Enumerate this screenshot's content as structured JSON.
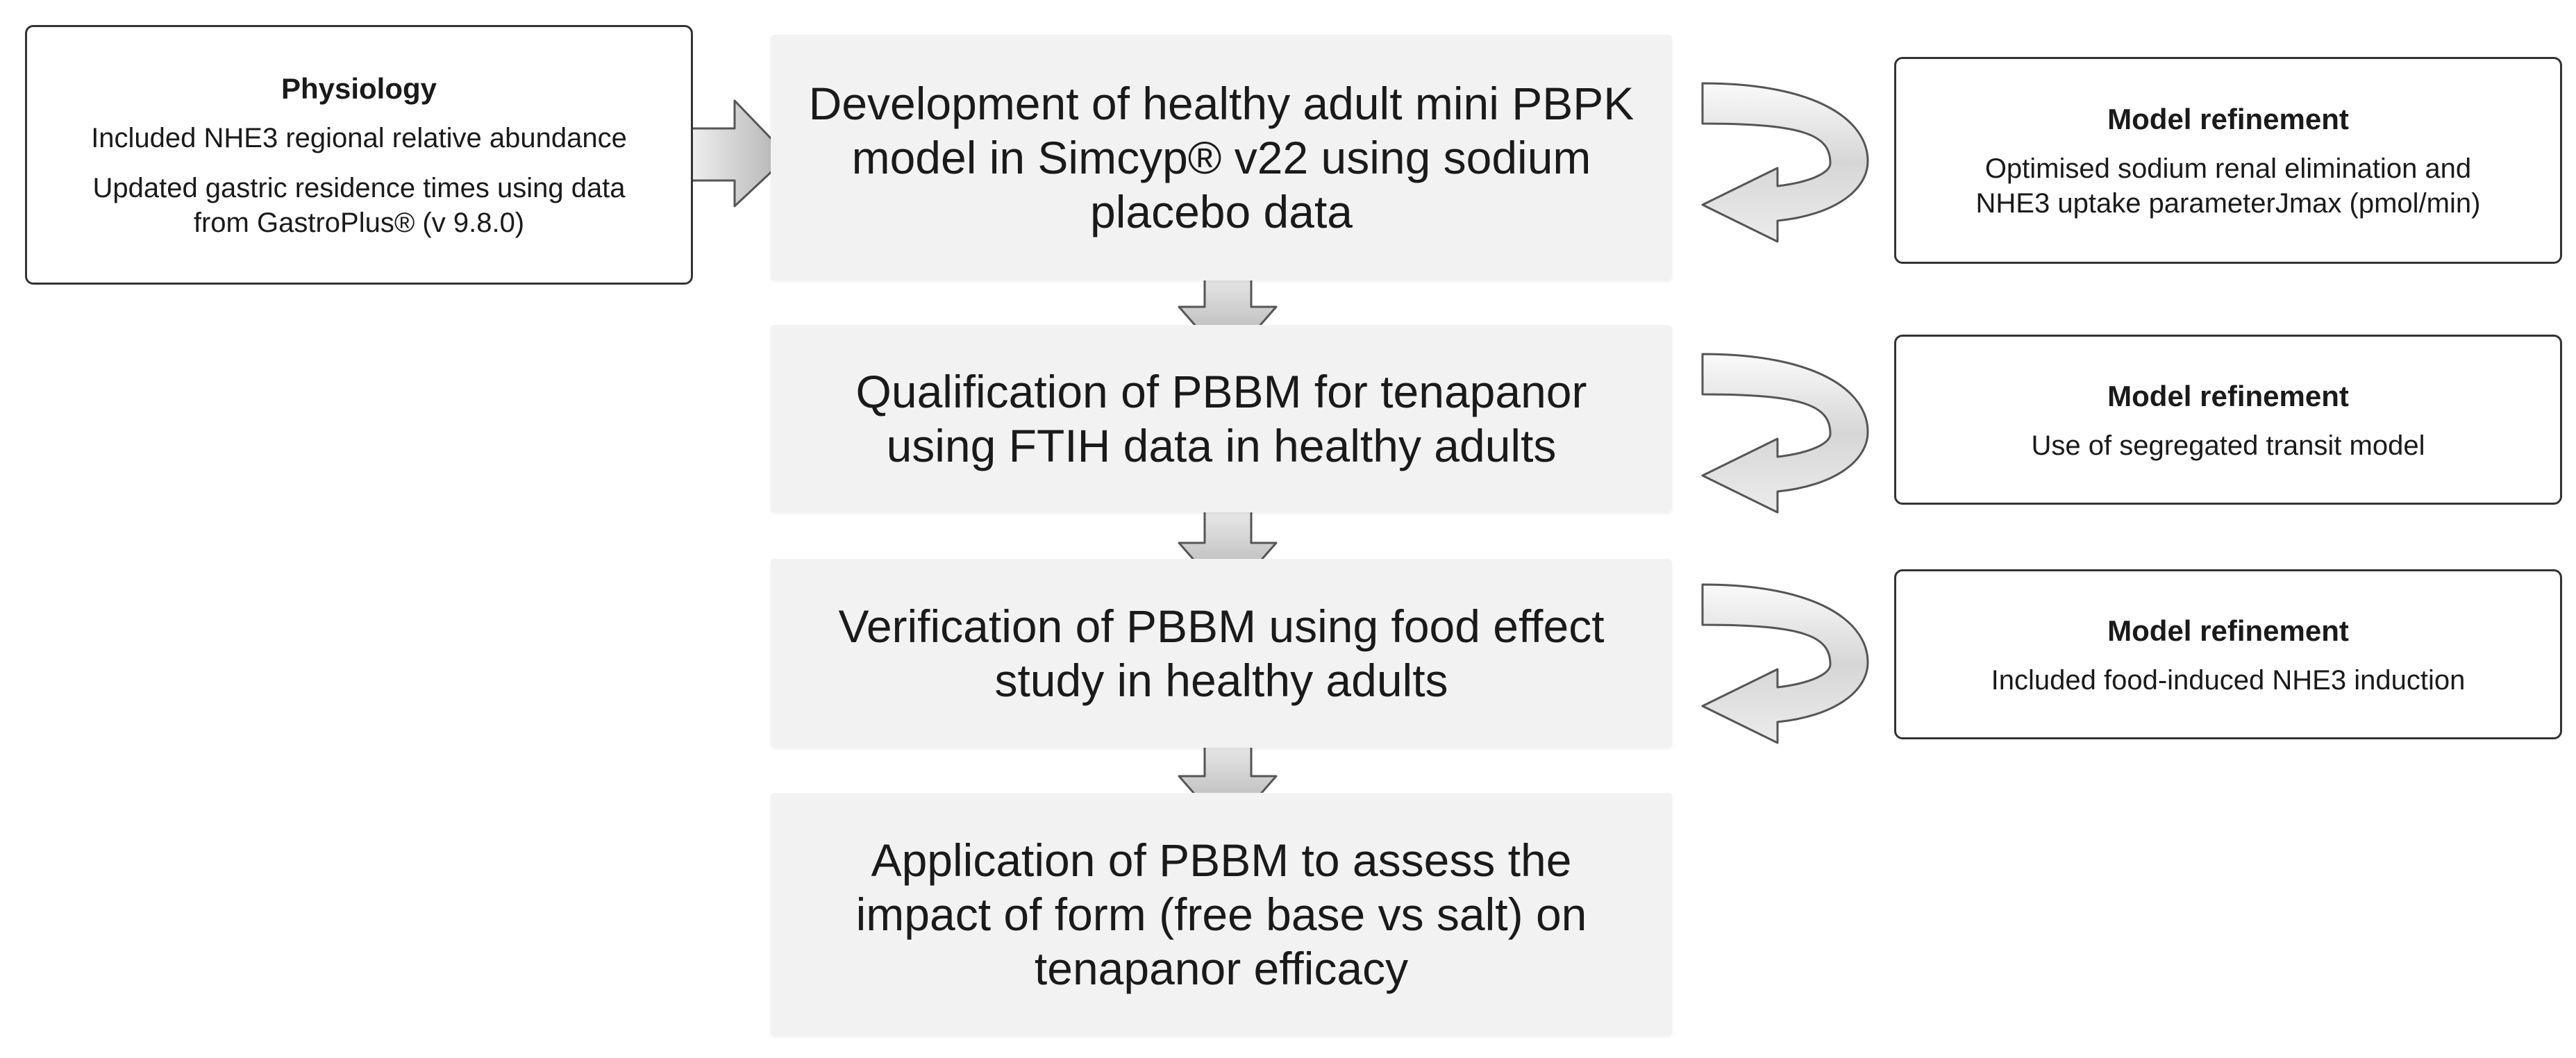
{
  "physiology": {
    "title": "Physiology",
    "line1": "Included NHE3 regional relative abundance",
    "line2a": "Updated gastric residence times using data",
    "line2b": "from GastroPlus® (v 9.8.0)"
  },
  "steps": [
    {
      "lines": [
        "Development of healthy adult mini PBPK",
        "model in Simcyp® v22 using sodium",
        "placebo data"
      ]
    },
    {
      "lines": [
        "Qualification of PBBM for tenapanor",
        "using FTIH data in healthy adults"
      ]
    },
    {
      "lines": [
        "Verification of PBBM using food effect",
        "study in healthy adults"
      ]
    },
    {
      "lines": [
        "Application of PBBM to assess the",
        "impact of form (free base vs salt) on",
        "tenapanor efficacy"
      ]
    }
  ],
  "refinements": [
    {
      "title": "Model refinement",
      "lines": [
        "Optimised sodium renal elimination and",
        "NHE3 uptake parameterJmax (pmol/min)"
      ]
    },
    {
      "title": "Model refinement",
      "lines": [
        "Use of segregated transit model"
      ]
    },
    {
      "title": "Model refinement",
      "lines": [
        "Included food-induced NHE3 induction"
      ]
    }
  ],
  "colors": {
    "arrow_light": "#f4f4f4",
    "arrow_dark": "#9a9a9a",
    "arrow_stroke": "#555555",
    "step_fill": "#f2f2f2"
  },
  "icons": {
    "down_arrow": "block-arrow-down",
    "right_arrow": "block-arrow-right",
    "feedback_arrow": "curved-u-turn-arrow"
  }
}
